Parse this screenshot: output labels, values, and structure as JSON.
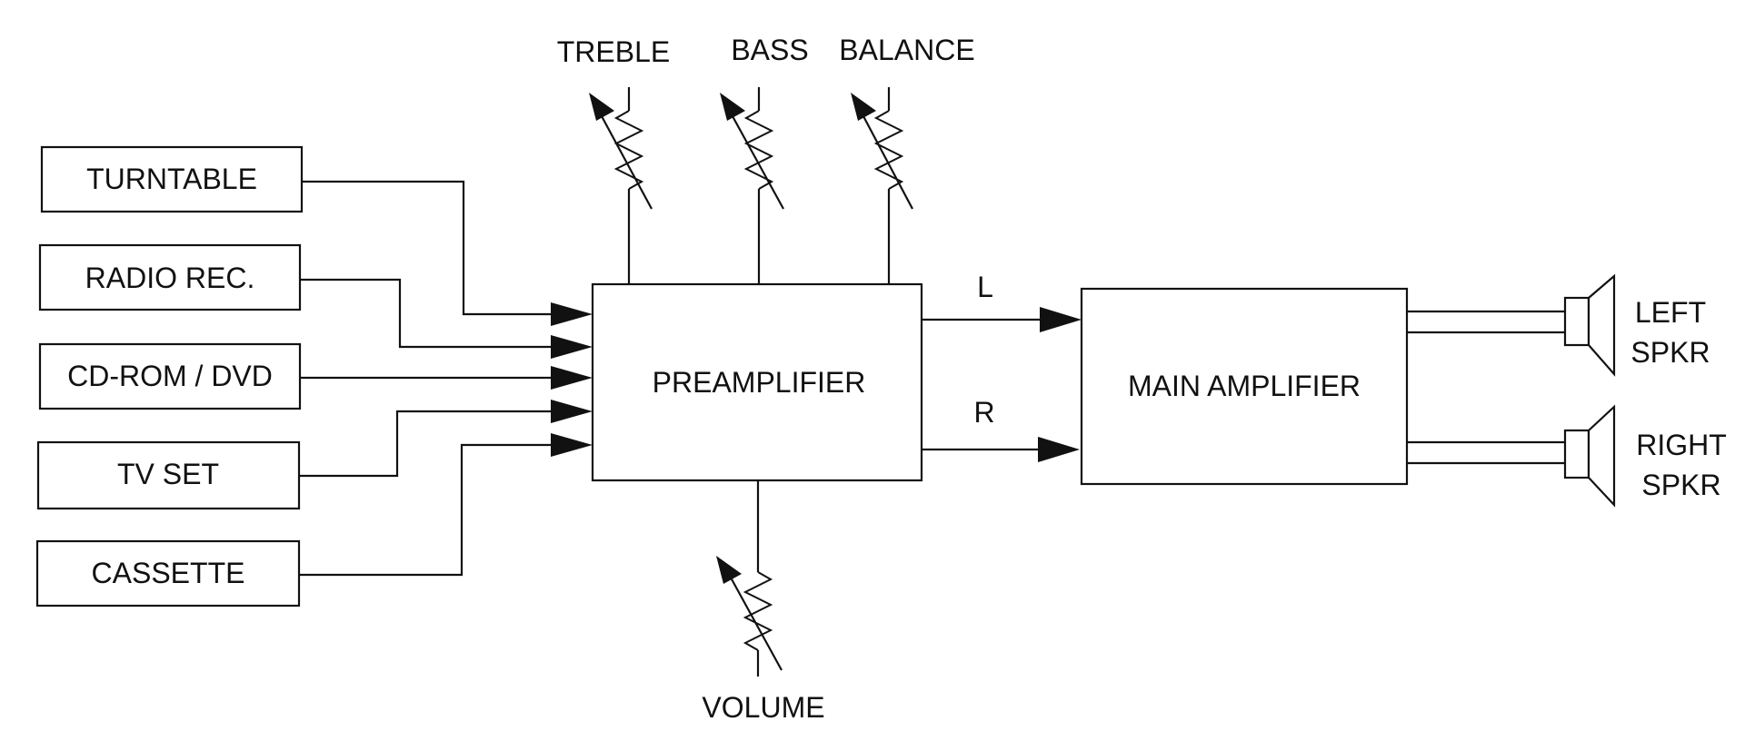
{
  "inputs": [
    "TURNTABLE",
    "RADIO REC.",
    "CD-ROM / DVD",
    "TV SET",
    "CASSETTE"
  ],
  "preamplifier": "PREAMPLIFIER",
  "main_amplifier": "MAIN AMPLIFIER",
  "controls": {
    "treble": "TREBLE",
    "bass": "BASS",
    "balance": "BALANCE",
    "volume": "VOLUME"
  },
  "channels": {
    "left": "L",
    "right": "R"
  },
  "speakers": {
    "left": [
      "LEFT",
      "SPKR"
    ],
    "right": [
      "RIGHT",
      "SPKR"
    ]
  }
}
